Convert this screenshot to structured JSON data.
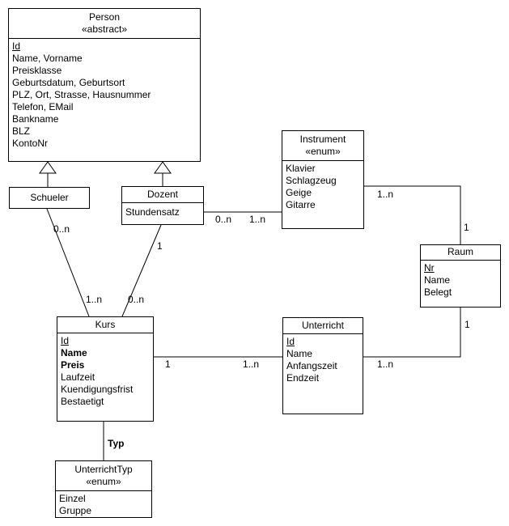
{
  "diagram": {
    "type": "uml-class-diagram",
    "colors": {
      "stroke": "#000000",
      "text": "#000000",
      "background": "#ffffff"
    },
    "classes": {
      "person": {
        "name": "Person",
        "stereotype": "«abstract»",
        "attributes": [
          "Id",
          "Name, Vorname",
          "Preisklasse",
          "Geburtsdatum, Geburtsort",
          "PLZ, Ort, Strasse, Hausnummer",
          "Telefon, EMail",
          "Bankname",
          "BLZ",
          "KontoNr"
        ]
      },
      "schueler": {
        "name": "Schueler",
        "attributes": []
      },
      "dozent": {
        "name": "Dozent",
        "attributes": [
          "Stundensatz"
        ]
      },
      "instrument": {
        "name": "Instrument",
        "stereotype": "«enum»",
        "attributes": [
          "Klavier",
          "Schlagzeug",
          "Geige",
          "Gitarre"
        ]
      },
      "raum": {
        "name": "Raum",
        "attributes": [
          "Nr",
          "Name",
          "Belegt"
        ]
      },
      "kurs": {
        "name": "Kurs",
        "attributes": [
          "Id",
          "Name",
          "Preis",
          "Laufzeit",
          "Kuendigungsfrist",
          "Bestaetigt"
        ]
      },
      "unterricht": {
        "name": "Unterricht",
        "attributes": [
          "Id",
          "Name",
          "Anfangszeit",
          "Endzeit"
        ]
      },
      "unterrichttyp": {
        "name": "UnterrichtTyp",
        "stereotype": "«enum»",
        "attributes": [
          "Einzel",
          "Gruppe"
        ]
      }
    },
    "relations": {
      "schueler_person": {
        "type": "generalization"
      },
      "dozent_person": {
        "type": "generalization"
      },
      "schueler_kurs": {
        "schueler_end": "0..n",
        "kurs_end": "1..n"
      },
      "dozent_kurs": {
        "dozent_end": "1",
        "kurs_end": "0..n"
      },
      "dozent_instrument": {
        "dozent_end": "0..n",
        "instrument_end": "1..n"
      },
      "instrument_raum": {
        "instrument_end": "1..n",
        "raum_end": "1"
      },
      "raum_unterricht": {
        "raum_end": "1",
        "unterricht_end": "1..n"
      },
      "kurs_unterricht": {
        "kurs_end": "1",
        "unterricht_end": "1..n"
      },
      "kurs_unterrichttyp": {
        "label": "Typ"
      }
    }
  }
}
